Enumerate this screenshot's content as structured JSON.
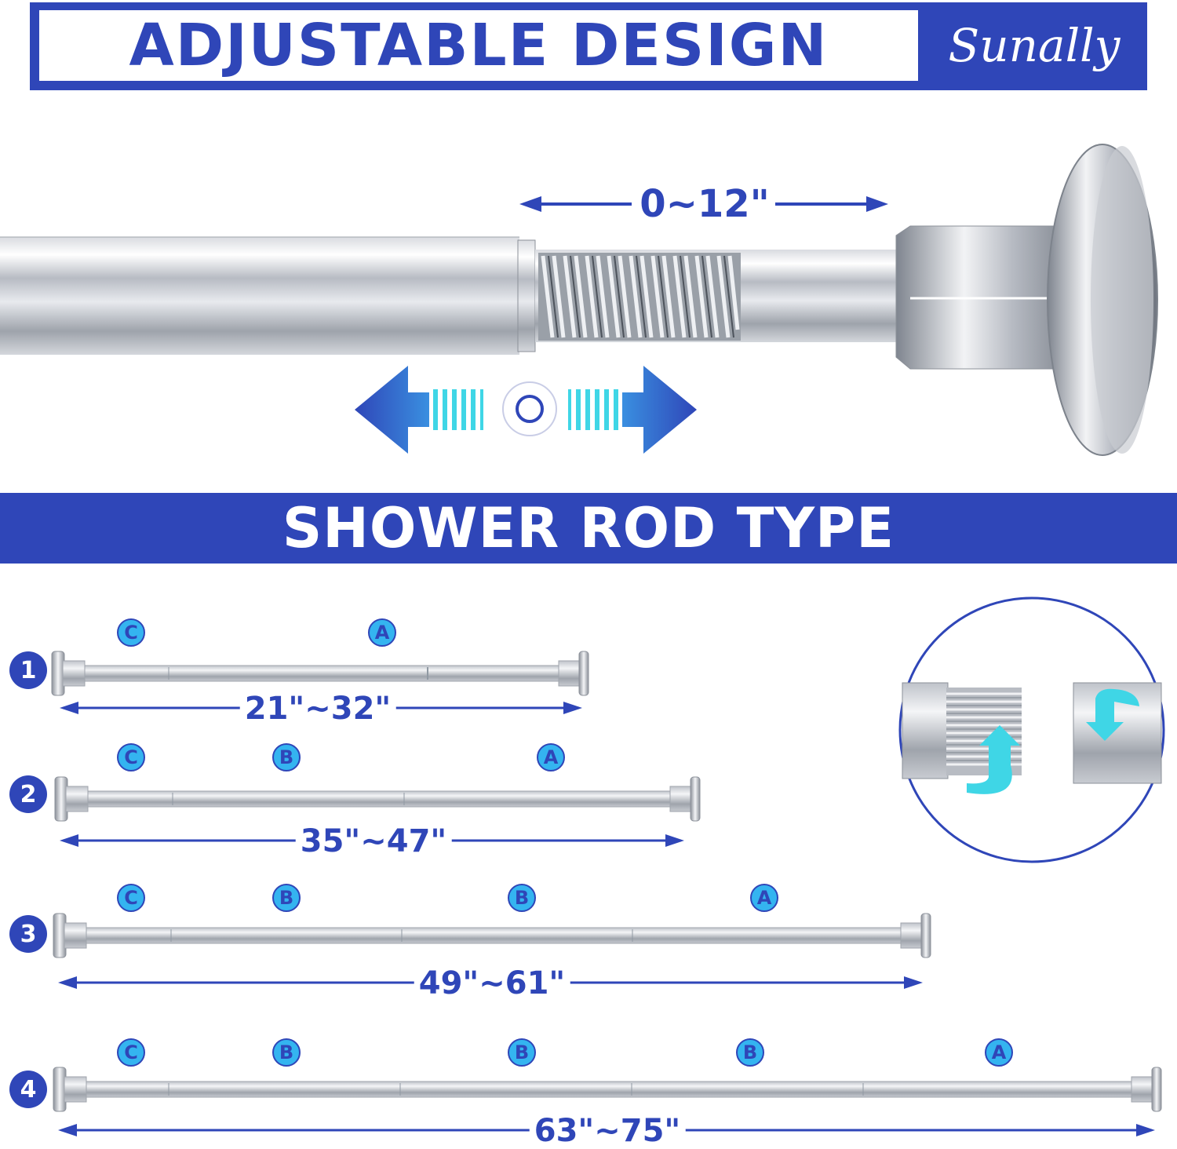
{
  "header": {
    "title": "ADJUSTABLE DESIGN",
    "brand": "Sunally"
  },
  "hero": {
    "extension_label": "0~12\""
  },
  "section": {
    "title": "SHOWER ROD TYPE"
  },
  "rods": [
    {
      "number": "1",
      "size": "21\"~32\"",
      "parts": [
        "C",
        "A"
      ]
    },
    {
      "number": "2",
      "size": "35\"~47\"",
      "parts": [
        "C",
        "B",
        "A"
      ]
    },
    {
      "number": "3",
      "size": "49\"~61\"",
      "parts": [
        "C",
        "B",
        "B",
        "A"
      ]
    },
    {
      "number": "4",
      "size": "63\"~75\"",
      "parts": [
        "C",
        "B",
        "B",
        "B",
        "A"
      ]
    }
  ],
  "colors": {
    "brand_blue": "#2f46b8",
    "accent_cyan": "#34b4f0",
    "arrow_cyan": "#3fd6e6"
  },
  "icons": [
    "double-arrow-icon",
    "rotate-arrow-icon",
    "screw-thread-icon"
  ]
}
